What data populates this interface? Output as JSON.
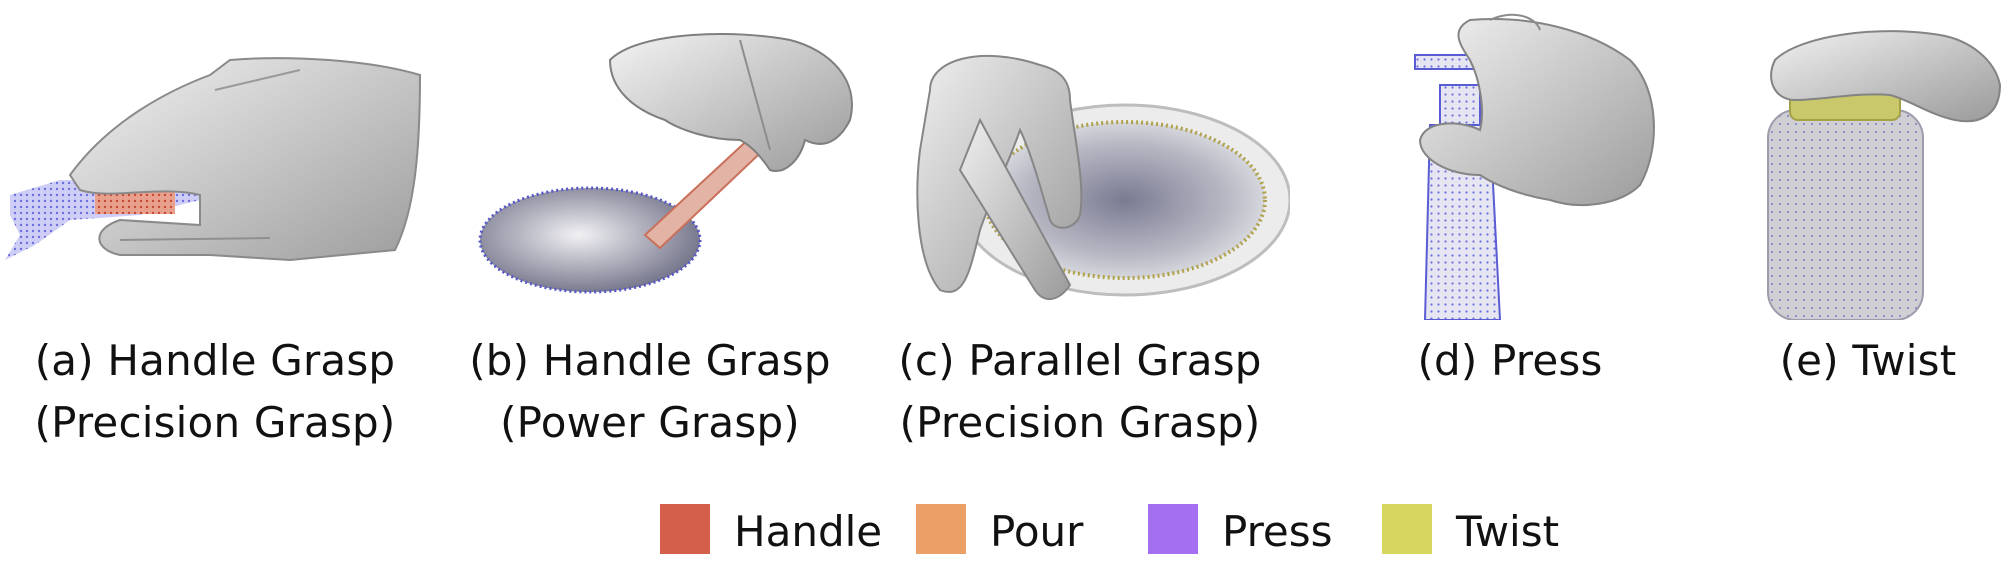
{
  "panels": [
    {
      "line1": "(a) Handle Grasp",
      "line2": "(Precision Grasp)",
      "illustration": "hand-holding-wrench"
    },
    {
      "line1": "(b) Handle Grasp",
      "line2": "(Power Grasp)",
      "illustration": "hand-holding-ladle"
    },
    {
      "line1": "(c) Parallel Grasp",
      "line2": "(Precision Grasp)",
      "illustration": "hand-gripping-bowl-rim"
    },
    {
      "line1": "(d) Press",
      "line2": "",
      "illustration": "hand-pressing-pump-bottle"
    },
    {
      "line1": "(e) Twist",
      "line2": "",
      "illustration": "hand-twisting-bottle-cap"
    }
  ],
  "legend": [
    {
      "label": "Handle",
      "color": "#d4604b"
    },
    {
      "label": "Pour",
      "color": "#eba067"
    },
    {
      "label": "Press",
      "color": "#a56ff2"
    },
    {
      "label": "Twist",
      "color": "#d6d55f"
    }
  ],
  "colors": {
    "hand": "#d9d9d9",
    "hand_shadow": "#a7a7a7",
    "object_points": "#6d6fe0",
    "mesh": "#c9c9cf"
  }
}
